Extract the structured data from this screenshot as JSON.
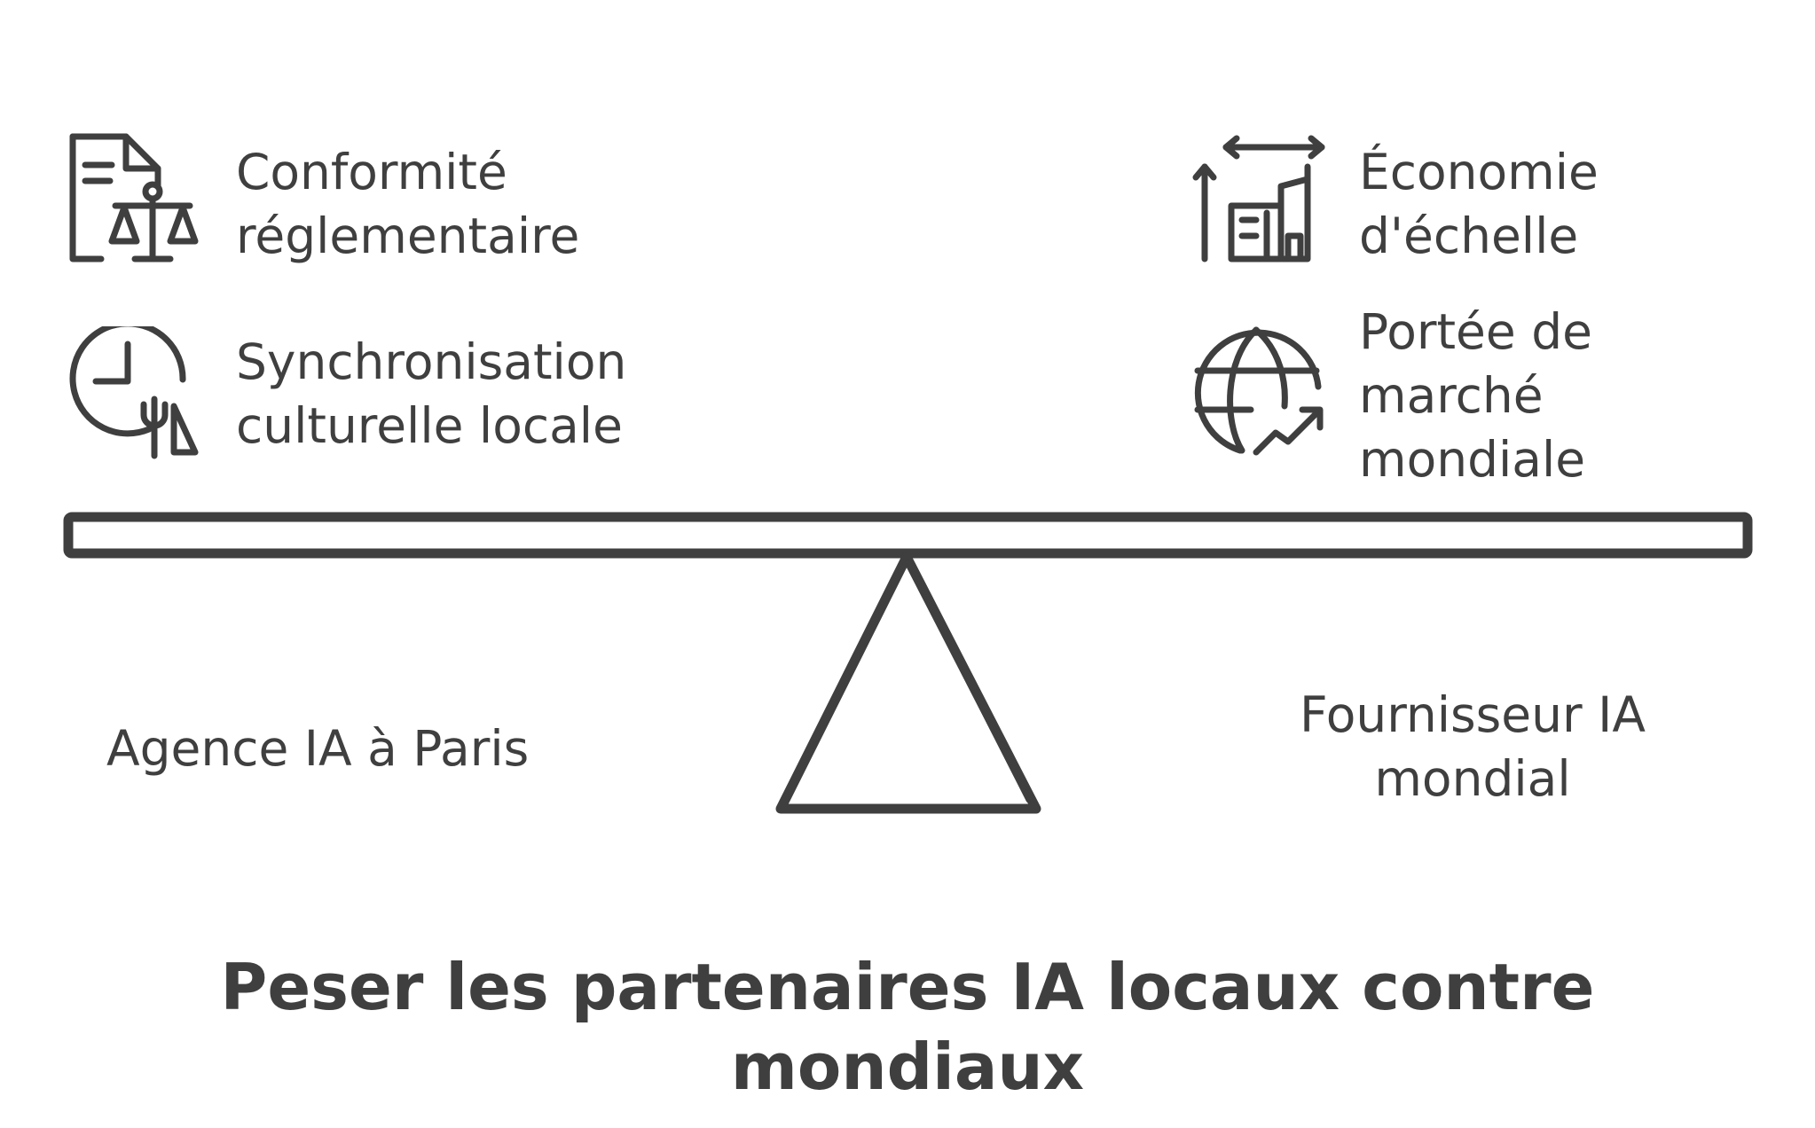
{
  "title": "Peser les partenaires IA locaux contre mondiaux",
  "left": {
    "option": "Agence IA à Paris",
    "factors": [
      {
        "label": "Conformité\nréglementaire",
        "icon": "regulation-document-scale-icon"
      },
      {
        "label": "Synchronisation\nculturelle locale",
        "icon": "clock-culture-icon"
      }
    ]
  },
  "right": {
    "option": "Fournisseur IA\nmondial",
    "factors": [
      {
        "label": "Économie\nd'échelle",
        "icon": "scaling-buildings-icon"
      },
      {
        "label": "Portée de\nmarché\nmondiale",
        "icon": "globe-growth-icon"
      }
    ]
  },
  "colors": {
    "ink": "#3f3f3f",
    "background": "#ffffff"
  }
}
